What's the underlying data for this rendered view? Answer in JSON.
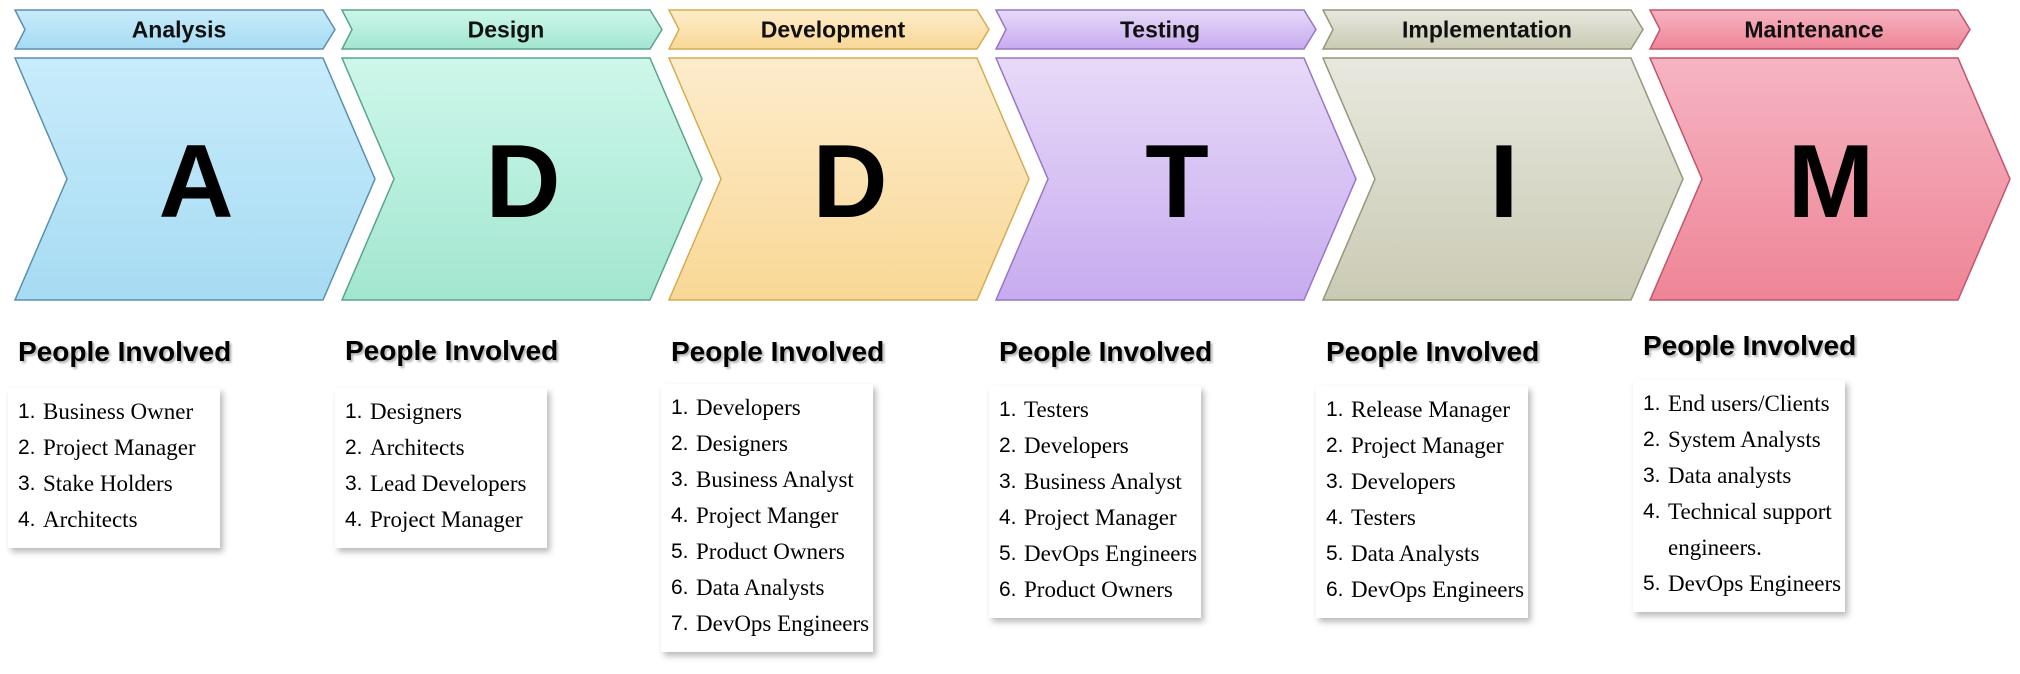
{
  "phases": [
    {
      "name": "Analysis",
      "letter": "A",
      "colors": {
        "top": "#c8ecfb",
        "bottom": "#a6dbf3",
        "stroke": "#5a8fb0"
      },
      "people_title": "People Involved",
      "people": [
        "Business Owner",
        "Project Manager",
        "Stake Holders",
        "Architects"
      ]
    },
    {
      "name": "Design",
      "letter": "D",
      "colors": {
        "top": "#cdf7ea",
        "bottom": "#a2e6d0",
        "stroke": "#5aa48d"
      },
      "people_title": "People Involved",
      "people": [
        "Designers",
        "Architects",
        "Lead Developers",
        "Project Manager"
      ]
    },
    {
      "name": "Development",
      "letter": "D",
      "colors": {
        "top": "#fdeccb",
        "bottom": "#f9d896",
        "stroke": "#d6ac52"
      },
      "people_title": "People Involved",
      "people": [
        "Developers",
        "Designers",
        "Business Analyst",
        "Project Manger",
        "Product Owners",
        "Data Analysts",
        "DevOps Engineers"
      ]
    },
    {
      "name": "Testing",
      "letter": "T",
      "colors": {
        "top": "#e7daf8",
        "bottom": "#c7abef",
        "stroke": "#9677c6"
      },
      "people_title": "People Involved",
      "people": [
        "Testers",
        "Developers",
        "Business Analyst",
        "Project Manager",
        "DevOps Engineers",
        "Product Owners"
      ]
    },
    {
      "name": "Implementation",
      "letter": "I",
      "colors": {
        "top": "#e8e8df",
        "bottom": "#cacab4",
        "stroke": "#96967c"
      },
      "people_title": "People Involved",
      "people": [
        "Release Manager",
        "Project Manager",
        "Developers",
        "Testers",
        "Data Analysts",
        "DevOps Engineers"
      ]
    },
    {
      "name": "Maintenance",
      "letter": "M",
      "colors": {
        "top": "#f6b4c2",
        "bottom": "#ee8597",
        "stroke": "#c2546b"
      },
      "people_title": "People Involved",
      "people": [
        "End users/Clients",
        "System Analysts",
        "Data analysts",
        "Technical support engineers.",
        "DevOps Engineers"
      ]
    }
  ]
}
